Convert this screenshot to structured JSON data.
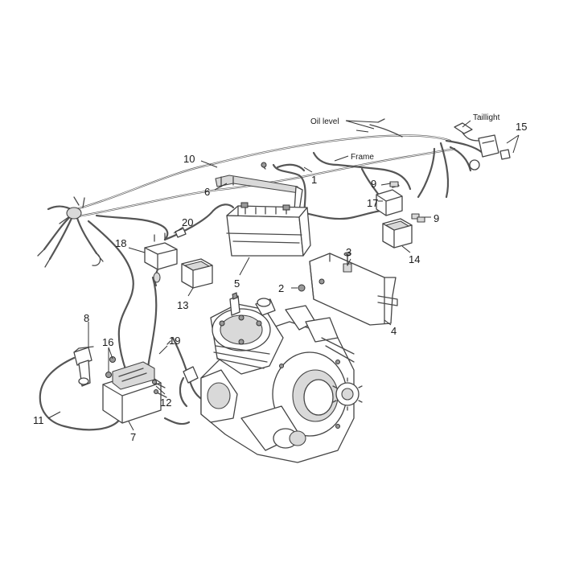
{
  "labels": {
    "oil_level": "Oil level",
    "taillight": "Taillight",
    "frame": "Frame"
  },
  "callouts": {
    "c1": "1",
    "c2": "2",
    "c3": "3",
    "c4": "4",
    "c5": "5",
    "c6": "6",
    "c7": "7",
    "c8": "8",
    "c9a": "9",
    "c9b": "9",
    "c10": "10",
    "c11": "11",
    "c12": "12",
    "c13": "13",
    "c14": "14",
    "c15": "15",
    "c16": "16",
    "c17": "17",
    "c18": "18",
    "c19": "19",
    "c20": "20"
  }
}
